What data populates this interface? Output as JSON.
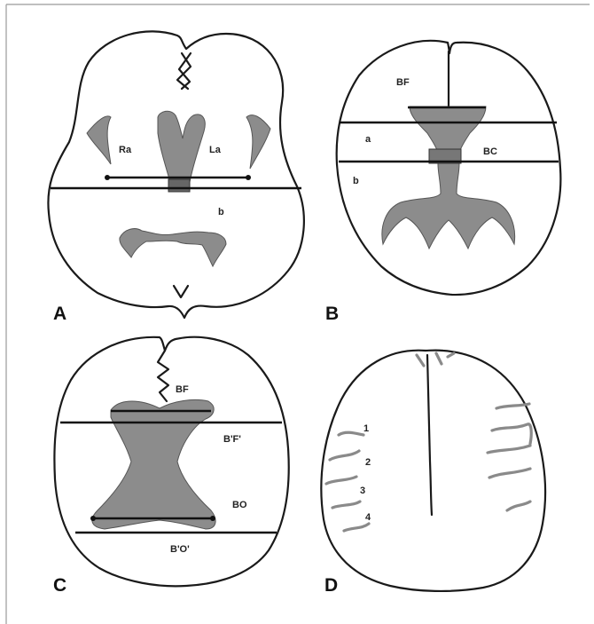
{
  "panels": {
    "A": {
      "letter": "A",
      "labels": {
        "ra": "Ra",
        "la": "La",
        "b": "b"
      }
    },
    "B": {
      "letter": "B",
      "labels": {
        "bf": "BF",
        "a": "a",
        "bc": "BC",
        "b": "b"
      }
    },
    "C": {
      "letter": "C",
      "labels": {
        "bf": "BF",
        "bf2": "B'F'",
        "bo": "BO",
        "bo2": "B'O'"
      }
    },
    "D": {
      "letter": "D",
      "labels": {
        "n1": "1",
        "n2": "2",
        "n3": "3",
        "n4": "4"
      }
    }
  },
  "colors": {
    "ventricle": "#8c8c8c",
    "outline": "#1a1a1a",
    "frame": "#999999"
  }
}
